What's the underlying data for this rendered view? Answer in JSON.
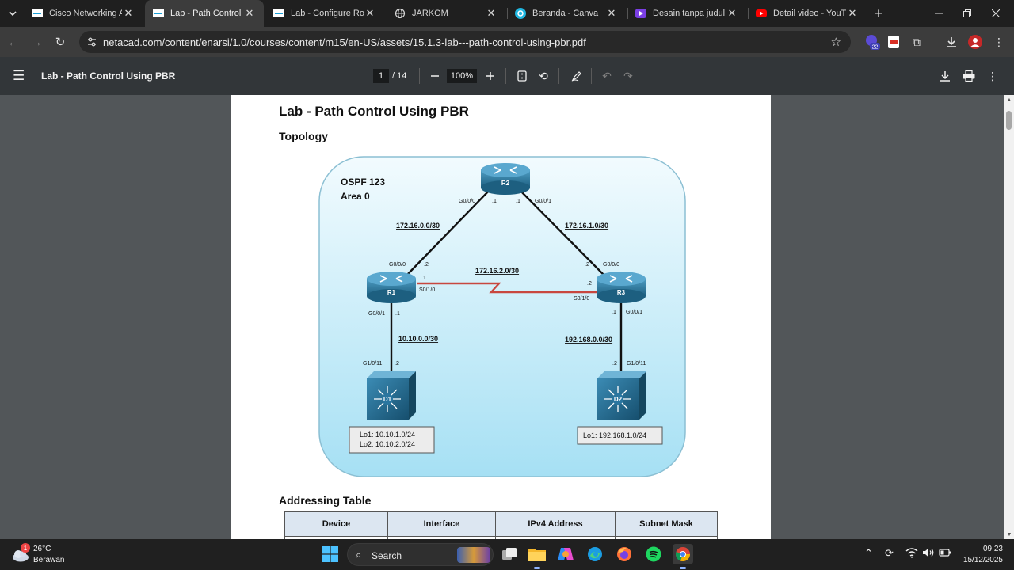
{
  "tabs": [
    {
      "title": "Cisco Networking Ac",
      "active": false
    },
    {
      "title": "Lab - Path Control Us",
      "active": true
    },
    {
      "title": "Lab - Configure Rout",
      "active": false
    },
    {
      "title": "JARKOM",
      "active": false
    },
    {
      "title": "Beranda - Canva",
      "active": false
    },
    {
      "title": "Desain tanpa judul -",
      "active": false
    },
    {
      "title": "Detail video - YouTu",
      "active": false
    }
  ],
  "newtab_label": "+",
  "address_bar": {
    "url": "netacad.com/content/enarsi/1.0/courses/content/m15/en-US/assets/15.1.3-lab---path-control-using-pbr.pdf"
  },
  "extensions": {
    "badge_count": "22"
  },
  "pdf_toolbar": {
    "title": "Lab - Path Control Using PBR",
    "current_page": "1",
    "total_pages": "/ 14",
    "zoom": "100%"
  },
  "document": {
    "heading": "Lab - Path Control Using PBR",
    "topology_heading": "Topology",
    "addressing_heading": "Addressing Table",
    "table_headers": [
      "Device",
      "Interface",
      "IPv4 Address",
      "Subnet Mask"
    ]
  },
  "topology": {
    "area_label_1": "OSPF 123",
    "area_label_2": "Area 0",
    "routers": {
      "r1": "R1",
      "r2": "R2",
      "r3": "R3"
    },
    "switches": {
      "d1": "D1",
      "d2": "D2"
    },
    "networks": {
      "r2_r1": "172.16.0.0/30",
      "r2_r3": "172.16.1.0/30",
      "r1_r3": "172.16.2.0/30",
      "r1_d1": "10.10.0.0/30",
      "r3_d2": "192.168.0.0/30"
    },
    "interfaces": {
      "r2_left": "G0/0/0",
      "r2_left_ip": ".1",
      "r2_right_ip": ".1",
      "r2_right": "G0/0/1",
      "r1_top": "G0/0/0",
      "r1_top_ip": ".2",
      "r1_serial_ip": ".1",
      "r1_serial": "S0/1/0",
      "r1_bottom": "G0/0/1",
      "r1_bottom_ip": ".1",
      "r3_top_ip": ".2",
      "r3_top": "G0/0/0",
      "r3_serial_ip": ".2",
      "r3_serial": "S0/1/0",
      "r3_bottom_ip": ".1",
      "r3_bottom": "G0/0/1",
      "d1_top": "G1/0/11",
      "d1_top_ip": ".2",
      "d2_top_ip": ".2",
      "d2_top": "G1/0/11"
    },
    "d1_box": {
      "line1": "Lo1: 10.10.1.0/24",
      "line2": "Lo2: 10.10.2.0/24"
    },
    "d2_box": {
      "line1": "Lo1: 192.168.1.0/24"
    }
  },
  "taskbar": {
    "weather_badge": "1",
    "temperature": "26°C",
    "condition": "Berawan",
    "search_label": "Search",
    "time": "09:23",
    "date": "15/12/2025"
  },
  "colors": {
    "tab_active": "#3c3c3c",
    "pdf_bar": "#323639",
    "doc_bg": "#525659",
    "table_header": "#dce6f1",
    "router_blue": "#2f7fa3",
    "serial_link": "#c0392b"
  }
}
